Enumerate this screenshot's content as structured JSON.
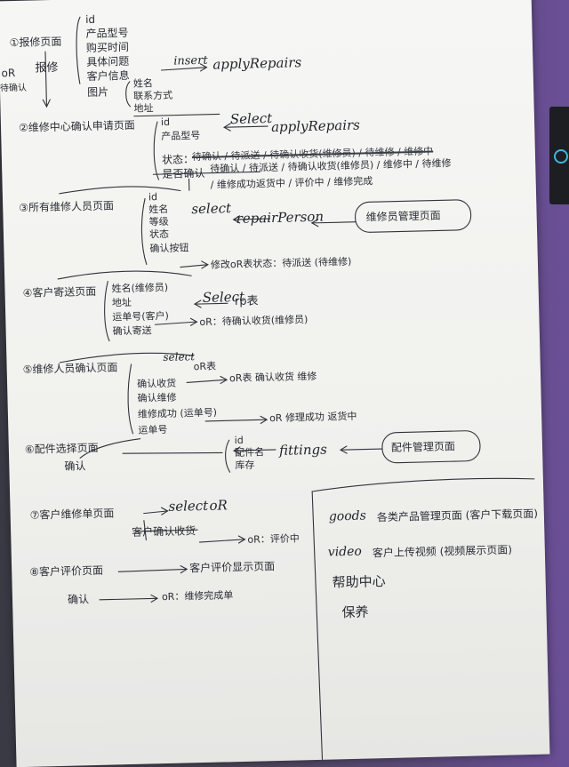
{
  "notes": {
    "s1": {
      "page": "①报修页面",
      "or": "oR",
      "action": "报修",
      "or_status": "待确认",
      "fields": [
        "id",
        "产品型号",
        "购买时间",
        "具体问题",
        "客户信息",
        "图片"
      ],
      "customer": [
        "姓名",
        "联系方式",
        "地址"
      ],
      "op": "insert",
      "table": "applyRepairs"
    },
    "s2": {
      "page": "②维修中心确认申请页面",
      "fields": [
        "id",
        "产品型号"
      ],
      "op": "Select",
      "table": "applyRepairs",
      "status_label": "状态：",
      "status_struck": "待确认 / 待派送 / 待确认收货(维修员) / 待维修 / 维修中",
      "status_line1": "待确认 / 待派送 / 待确认收货(维修员) / 维修中 / 待维修",
      "status_line2": "/ 维修成功返货中 / 评价中 / 维修完成",
      "confirm": "是否确认"
    },
    "s3": {
      "page": "③所有维修人员页面",
      "fields": [
        "id",
        "姓名",
        "等级",
        "状态",
        "确认按钮"
      ],
      "op": "select",
      "table": "repairPerson",
      "manager": "维修员管理页面",
      "result": "修改oR表状态：待派送 (待维修)"
    },
    "s4": {
      "page": "④客户寄送页面",
      "fields": [
        "姓名(维修员)",
        "地址",
        "运单号(客户)",
        "确认寄送"
      ],
      "op": "Select",
      "table": "rp表",
      "result": "oR：待确认收货(维修员)"
    },
    "s5": {
      "page": "⑤维修人员确认页面",
      "op": "select",
      "table": "oR表",
      "fields": [
        "确认收货",
        "确认维修",
        "维修成功 (运单号)",
        "运单号"
      ],
      "result1": "oR表 确认收货 维修",
      "result2": "oR 修理成功 返货中"
    },
    "s6": {
      "page": "⑥配件选择页面",
      "action": "确认",
      "fields": [
        "id",
        "配件名",
        "库存"
      ],
      "table": "fittings",
      "manager": "配件管理页面"
    },
    "s7": {
      "page": "⑦客户维修单页面",
      "op": "select",
      "table": "oR",
      "action": "客户确认收货",
      "result": "oR：评价中"
    },
    "s8": {
      "page": "⑧客户评价页面",
      "target": "客户评价显示页面",
      "action": "确认",
      "result": "oR：维修完成单"
    },
    "side": {
      "goods": "goods",
      "goods_desc": "各类产品管理页面 (客户下载页面)",
      "video": "video",
      "video_desc": "客户上传视频 (视频展示页面)",
      "help": "帮助中心",
      "maintain": "保养"
    }
  }
}
